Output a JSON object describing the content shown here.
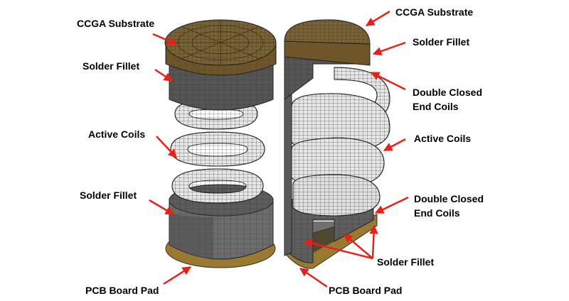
{
  "labels": {
    "left_ccga_substrate": "CCGA Substrate",
    "left_solder_fillet_top": "Solder Fillet",
    "left_active_coils": "Active Coils",
    "left_solder_fillet_bottom": "Solder Fillet",
    "left_pcb_board_pad": "PCB Board Pad",
    "right_ccga_substrate": "CCGA Substrate",
    "right_solder_fillet_top": "Solder Fillet",
    "right_double_closed_top_line1": "Double Closed",
    "right_double_closed_top_line2": "End Coils",
    "right_active_coils": "Active Coils",
    "right_double_closed_bottom_line1": "Double Closed",
    "right_double_closed_bottom_line2": "End Coils",
    "right_solder_fillet_bottom": "Solder Fillet",
    "right_pcb_board_pad": "PCB Board Pad"
  },
  "colors": {
    "substrate": "#7a6232",
    "substrate_light": "#8a7040",
    "fillet_dark": "#4a4a4a",
    "fillet_mid": "#6c6c6c",
    "coil": "#e6e6e6",
    "mesh_line": "#222222",
    "arrow": "#e8201a",
    "pad": "#9a7a30"
  }
}
